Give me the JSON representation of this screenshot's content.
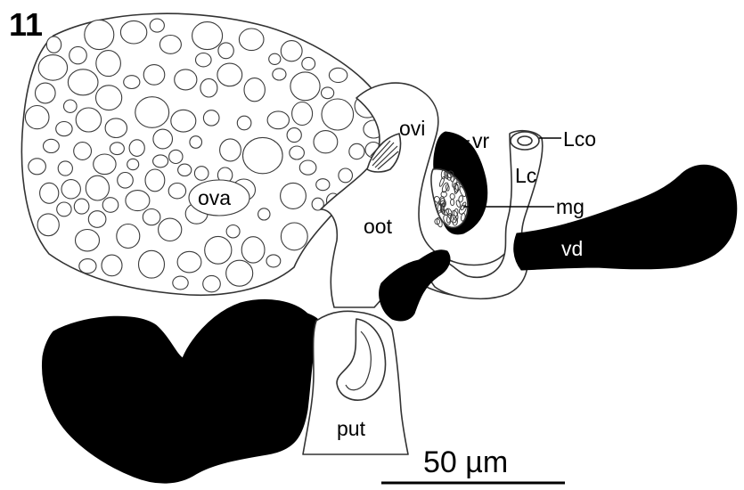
{
  "figure": {
    "panel_number": "11",
    "scale_bar_label": "50 µm",
    "labels": {
      "ova": "ova",
      "ovi": "ovi",
      "vr": "vr",
      "lco": "Lco",
      "lc": "Lc",
      "mg": "mg",
      "oot": "oot",
      "vd": "vd",
      "put": "put"
    }
  }
}
